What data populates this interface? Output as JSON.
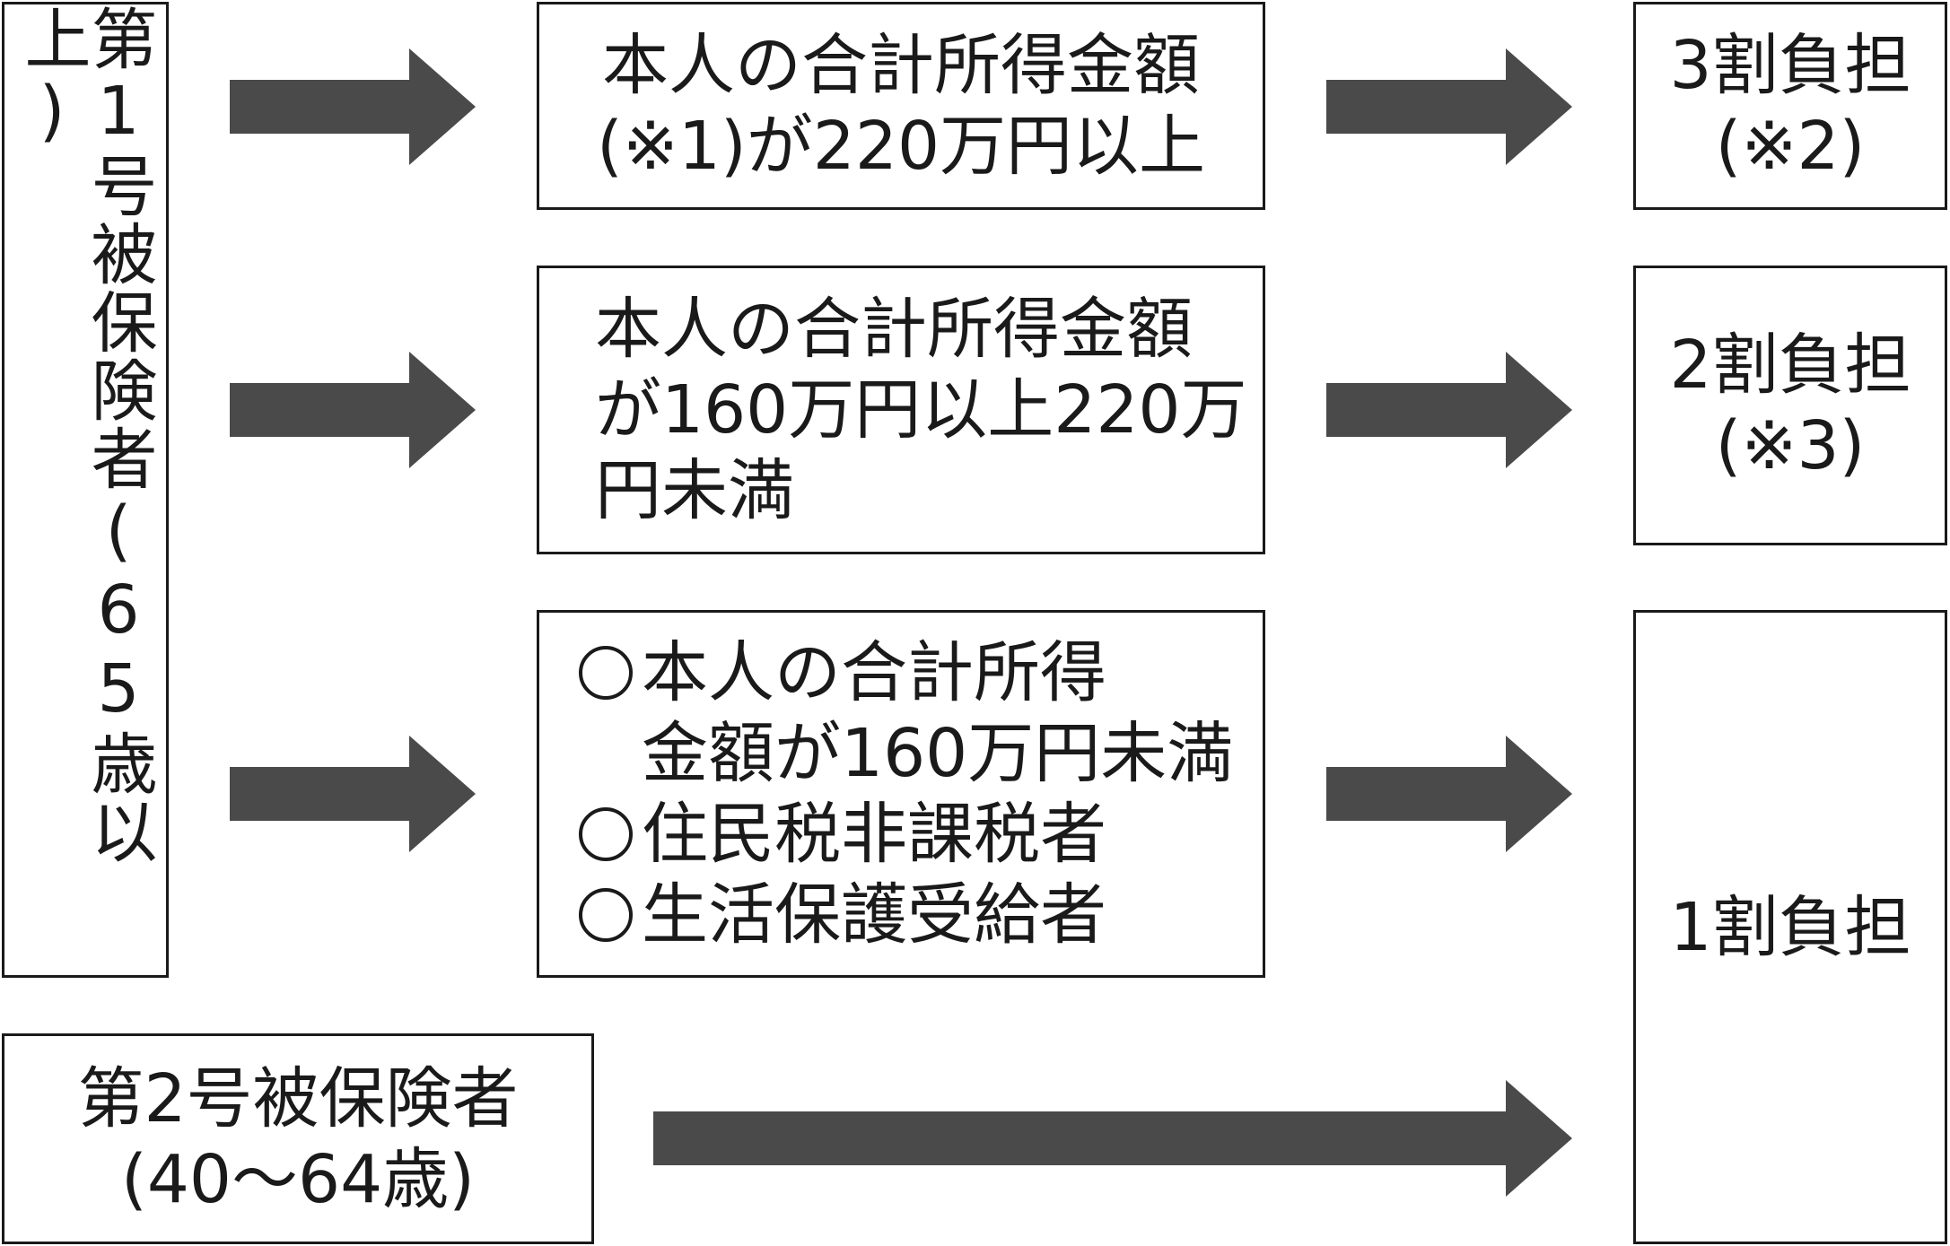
{
  "colors": {
    "arrow": "#4a4a4a",
    "border": "#1a1a1a",
    "text": "#1a1a1a"
  },
  "first_insured": {
    "label": "第1号被保険者(65歳以上)"
  },
  "conditions": {
    "row1": {
      "lines": [
        "本人の合計所得金額",
        "(※1)が220万円以上"
      ]
    },
    "row2": {
      "lines": [
        "本人の合計所得金額",
        "が160万円以上220万",
        "円未満"
      ]
    },
    "row3": {
      "items": [
        {
          "mark": "circle",
          "lines": [
            "本人の合計所得",
            "金額が160万円未満"
          ]
        },
        {
          "mark": "circle",
          "lines": [
            "住民税非課税者"
          ]
        },
        {
          "mark": "circle",
          "lines": [
            "生活保護受給者"
          ]
        }
      ]
    }
  },
  "results": {
    "row1": {
      "lines": [
        "3割負担",
        "(※2)"
      ]
    },
    "row2": {
      "lines": [
        "2割負担",
        "(※3)"
      ]
    },
    "row3": {
      "lines": [
        "1割負担"
      ]
    }
  },
  "second_insured": {
    "lines": [
      "第2号被保険者",
      "(40〜64歳)"
    ]
  },
  "arrow_icon": "right-arrow-icon"
}
